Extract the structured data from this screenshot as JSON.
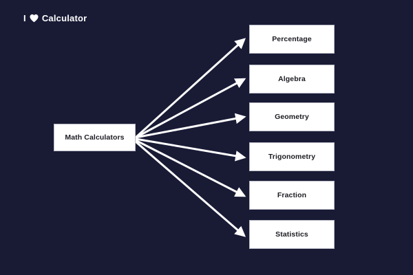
{
  "page": {
    "background_color": "#191b35",
    "node_fill_color": "#ffffff",
    "node_border_color": "#b9bac6",
    "node_text_color": "#1b1b22",
    "edge_color": "#ffffff"
  },
  "logo": {
    "prefix": "I",
    "heart_icon": "heart-icon",
    "word": "Calculator",
    "color": "#ffffff"
  },
  "diagram": {
    "type": "node-link-fan",
    "source": {
      "label": "Math Calculators"
    },
    "targets": [
      {
        "label": "Percentage"
      },
      {
        "label": "Algebra"
      },
      {
        "label": "Geometry"
      },
      {
        "label": "Trigonometry"
      },
      {
        "label": "Fraction"
      },
      {
        "label": "Statistics"
      }
    ]
  }
}
